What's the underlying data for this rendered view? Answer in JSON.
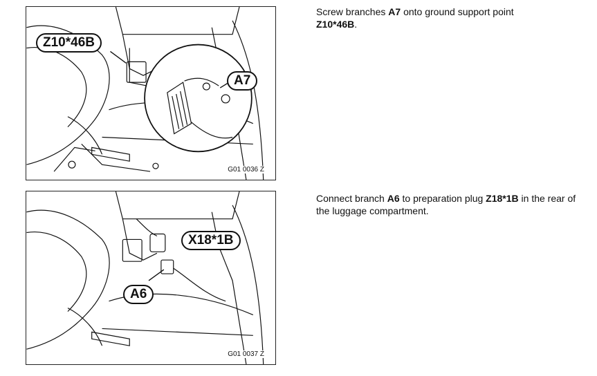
{
  "figures": [
    {
      "code": "G01 0036 Z",
      "callouts": [
        "Z10*46B",
        "A7"
      ]
    },
    {
      "code": "G01 0037 Z",
      "callouts": [
        "X18*1B",
        "A6"
      ]
    }
  ],
  "steps": [
    {
      "parts": [
        "Screw branches ",
        "A7",
        " onto ground support point ",
        "Z10*46B",
        "."
      ]
    },
    {
      "parts": [
        "Connect branch ",
        "A6",
        " to preparation plug ",
        "Z18*1B",
        " in the rear of the luggage compartment."
      ]
    }
  ]
}
